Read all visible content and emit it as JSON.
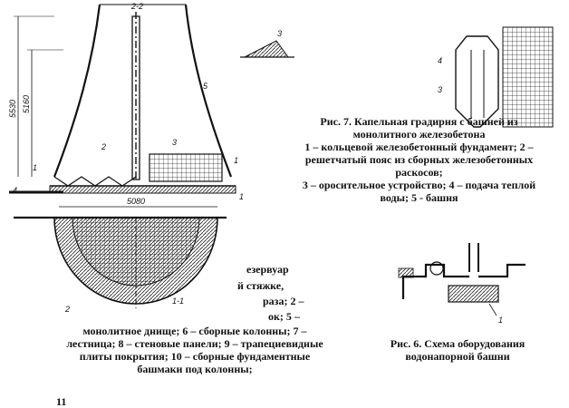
{
  "drawing_main": {
    "section_mark": "2-2",
    "dim_outer": "5530",
    "dim_inner": "5160",
    "dim_base": "5080",
    "callouts": [
      "1",
      "2",
      "3",
      "4",
      "5",
      "1",
      "1",
      "2"
    ],
    "section_label": "1-1"
  },
  "drawing_small": {
    "callouts": [
      "3"
    ]
  },
  "drawing_tower": {
    "callouts": [
      "4",
      "3"
    ]
  },
  "drawing_scheme": {
    "callouts": [
      "1"
    ]
  },
  "fig7": {
    "title_line1": "Рис. 7. Капельная градирня с башней из",
    "title_line2": "монолитного  железобетона",
    "legend_lines": [
      "1 – кольцевой железобетонный фундамент; 2 –",
      "решетчатый пояс из сборных железобетонных",
      "раскосов;",
      "3 – оросительное устройство; 4 – подача теплой",
      "воды; 5 - башня"
    ]
  },
  "partial_text": {
    "fragments": [
      "езервуар",
      "й стяжке,",
      "раза; 2 –",
      "ок; 5 –"
    ],
    "lines": [
      "монолитное днище; 6 – сборные колонны; 7 –",
      "лестница; 8 – стеновые панели; 9 – трапециевидные",
      "плиты покрытия; 10 – сборные фундаментные",
      "башмаки  под колонны;"
    ],
    "cut_fragment": "11"
  },
  "fig6": {
    "title_line1": "Рис. 6. Схема оборудования",
    "title_line2": "водонапорной  башни"
  }
}
